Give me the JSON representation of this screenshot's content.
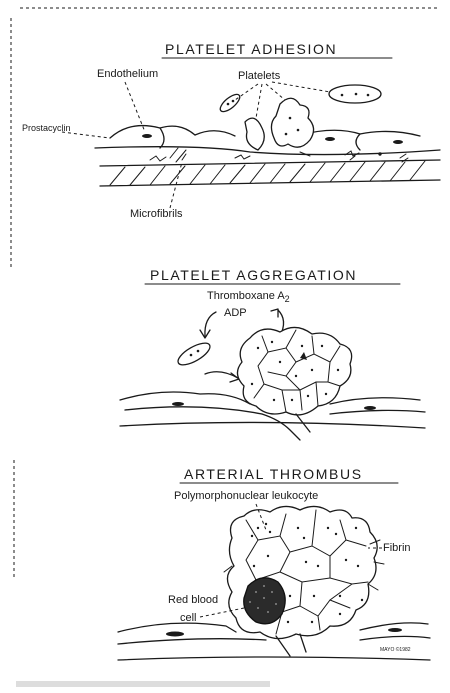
{
  "panels": {
    "adhesion": {
      "title": "PLATELET ADHESION",
      "labels": {
        "endothelium": "Endothelium",
        "platelets": "Platelets",
        "prostacyclin": "Prostacyclin",
        "microfibrils": "Microfibrils"
      }
    },
    "aggregation": {
      "title": "PLATELET AGGREGATION",
      "labels": {
        "thromboxane": "Thromboxane A",
        "thromboxane_sub": "2",
        "adp": "ADP"
      }
    },
    "thrombus": {
      "title": "ARTERIAL THROMBUS",
      "labels": {
        "pmn": "Polymorphonuclear leukocyte",
        "fibrin": "Fibrin",
        "rbc_line1": "Red blood",
        "rbc_line2": "cell"
      },
      "signature": "MAYO ©1982"
    }
  }
}
